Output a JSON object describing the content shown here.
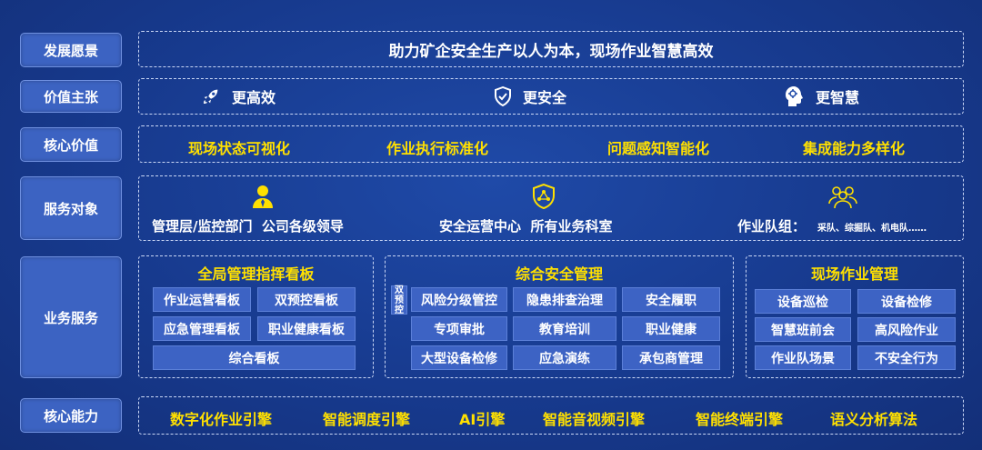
{
  "rows": {
    "vision": {
      "label": "发展愿景",
      "text": "助力矿企安全生产以人为本，现场作业智慧高效"
    },
    "value": {
      "label": "价值主张",
      "items": [
        "更高效",
        "更安全",
        "更智慧"
      ]
    },
    "core_value": {
      "label": "核心价值",
      "items": [
        "现场状态可视化",
        "作业执行标准化",
        "问题感知智能化",
        "集成能力多样化"
      ]
    },
    "service_target": {
      "label": "服务对象",
      "groups": [
        {
          "text": "管理层/监控部门  公司各级领导"
        },
        {
          "text": "安全运营中心  所有业务科室"
        },
        {
          "text": "作业队组：",
          "sub": "采队、综掘队、机电队……"
        }
      ]
    },
    "business": {
      "label": "业务服务",
      "board": {
        "title": "全局管理指挥看板",
        "items": [
          "作业运营看板",
          "双预控看板",
          "应急管理看板",
          "职业健康看板",
          "综合看板"
        ]
      },
      "safety": {
        "title": "综合安全管理",
        "side_label": "双预控",
        "items": [
          "风险分级管控",
          "隐患排查治理",
          "安全履职",
          "专项审批",
          "教育培训",
          "职业健康",
          "大型设备检修",
          "应急演练",
          "承包商管理"
        ]
      },
      "field": {
        "title": "现场作业管理",
        "items": [
          "设备巡检",
          "设备检修",
          "智慧班前会",
          "高风险作业",
          "作业队场景",
          "不安全行为"
        ]
      }
    },
    "capability": {
      "label": "核心能力",
      "items": [
        "数字化作业引擎",
        "智能调度引擎",
        "AI引擎",
        "智能音视频引擎",
        "智能终端引擎",
        "语义分析算法"
      ]
    }
  },
  "colors": {
    "accent_yellow": "#ffe000",
    "cell_blue": "#3d63c4",
    "label_blue": "#3c63c2"
  }
}
